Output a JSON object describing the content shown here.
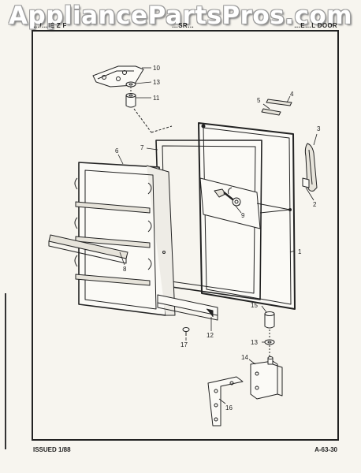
{
  "watermark": "AppliancePartsPros.com",
  "header": {
    "left": "…/…IE Z F",
    "center": "…SR…",
    "right": "…E…L DOOR"
  },
  "footer": {
    "issued": "ISSUED 1/88",
    "code": "A-63-30"
  },
  "callouts": {
    "c1": "1",
    "c2": "2",
    "c3": "3",
    "c4": "4",
    "c5": "5",
    "c6": "6",
    "c7": "7",
    "c8": "8",
    "c9": "9",
    "c10": "10",
    "c11": "11",
    "c12": "12",
    "c13a": "13",
    "c13b": "13",
    "c14": "14",
    "c15": "15",
    "c16": "16",
    "c17": "17"
  }
}
